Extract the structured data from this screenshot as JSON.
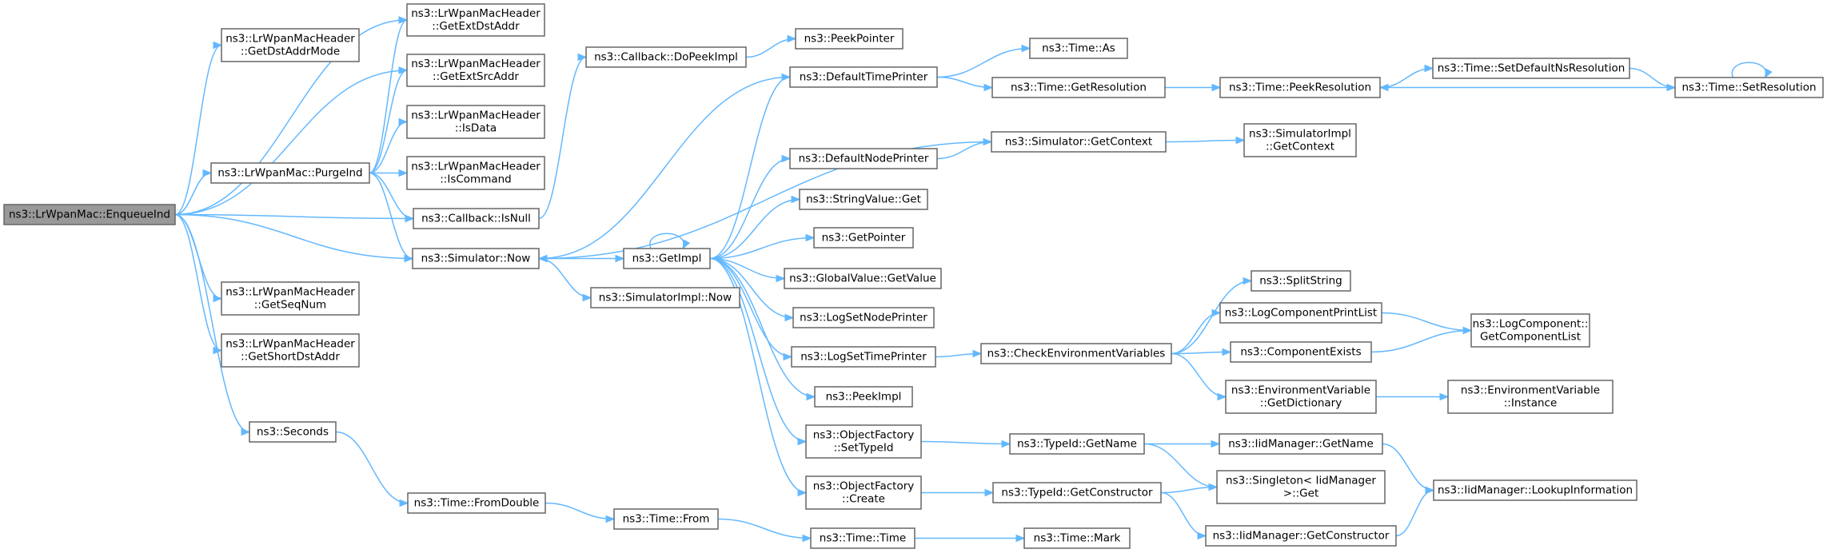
{
  "style": {
    "edge_color": "#63b8ff",
    "node_border": "#666666",
    "root_fill": "#999999",
    "node_fill": "#ffffff"
  },
  "nodes": [
    {
      "id": "enqueue",
      "lines": [
        "ns3::LrWpanMac::EnqueueInd"
      ],
      "root": true
    },
    {
      "id": "getdstaddrmode",
      "lines": [
        "ns3::LrWpanMacHeader",
        "::GetDstAddrMode"
      ]
    },
    {
      "id": "getextdstaddr",
      "lines": [
        "ns3::LrWpanMacHeader",
        "::GetExtDstAddr"
      ]
    },
    {
      "id": "getextsrcaddr",
      "lines": [
        "ns3::LrWpanMacHeader",
        "::GetExtSrcAddr"
      ]
    },
    {
      "id": "isdata",
      "lines": [
        "ns3::LrWpanMacHeader",
        "::IsData"
      ]
    },
    {
      "id": "iscommand",
      "lines": [
        "ns3::LrWpanMacHeader",
        "::IsCommand"
      ]
    },
    {
      "id": "purgeind",
      "lines": [
        "ns3::LrWpanMac::PurgeInd"
      ]
    },
    {
      "id": "isnull",
      "lines": [
        "ns3::Callback::IsNull"
      ]
    },
    {
      "id": "now",
      "lines": [
        "ns3::Simulator::Now"
      ]
    },
    {
      "id": "getseqnum",
      "lines": [
        "ns3::LrWpanMacHeader",
        "::GetSeqNum"
      ]
    },
    {
      "id": "getshortdstaddr",
      "lines": [
        "ns3::LrWpanMacHeader",
        "::GetShortDstAddr"
      ]
    },
    {
      "id": "seconds",
      "lines": [
        "ns3::Seconds"
      ]
    },
    {
      "id": "fromdouble",
      "lines": [
        "ns3::Time::FromDouble"
      ]
    },
    {
      "id": "dopeekimpl",
      "lines": [
        "ns3::Callback::DoPeekImpl"
      ]
    },
    {
      "id": "getimpl",
      "lines": [
        "ns3::GetImpl"
      ]
    },
    {
      "id": "simimplnow",
      "lines": [
        "ns3::SimulatorImpl::Now"
      ]
    },
    {
      "id": "timefrom",
      "lines": [
        "ns3::Time::From"
      ]
    },
    {
      "id": "peekpointer",
      "lines": [
        "ns3::PeekPointer"
      ]
    },
    {
      "id": "defaulttimeprinter",
      "lines": [
        "ns3::DefaultTimePrinter"
      ]
    },
    {
      "id": "defaultnodeprinter",
      "lines": [
        "ns3::DefaultNodePrinter"
      ]
    },
    {
      "id": "stringvalueget",
      "lines": [
        "ns3::StringValue::Get"
      ]
    },
    {
      "id": "getpointer",
      "lines": [
        "ns3::GetPointer"
      ]
    },
    {
      "id": "globalvaluegetvalue",
      "lines": [
        "ns3::GlobalValue::GetValue"
      ]
    },
    {
      "id": "logsetnodeprinter",
      "lines": [
        "ns3::LogSetNodePrinter"
      ]
    },
    {
      "id": "logsettimeprinter",
      "lines": [
        "ns3::LogSetTimePrinter"
      ]
    },
    {
      "id": "peekimpl",
      "lines": [
        "ns3::PeekImpl"
      ]
    },
    {
      "id": "settypeid",
      "lines": [
        "ns3::ObjectFactory",
        "::SetTypeId"
      ]
    },
    {
      "id": "create",
      "lines": [
        "ns3::ObjectFactory",
        "::Create"
      ]
    },
    {
      "id": "timetime",
      "lines": [
        "ns3::Time::Time"
      ]
    },
    {
      "id": "timeas",
      "lines": [
        "ns3::Time::As"
      ]
    },
    {
      "id": "getresolution",
      "lines": [
        "ns3::Time::GetResolution"
      ]
    },
    {
      "id": "getcontext",
      "lines": [
        "ns3::Simulator::GetContext"
      ]
    },
    {
      "id": "checkenv",
      "lines": [
        "ns3::CheckEnvironmentVariables"
      ]
    },
    {
      "id": "typeidgetname",
      "lines": [
        "ns3::TypeId::GetName"
      ]
    },
    {
      "id": "typeidgetconstructor",
      "lines": [
        "ns3::TypeId::GetConstructor"
      ]
    },
    {
      "id": "timemark",
      "lines": [
        "ns3::Time::Mark"
      ]
    },
    {
      "id": "peekresolution",
      "lines": [
        "ns3::Time::PeekResolution"
      ]
    },
    {
      "id": "simimplgetcontext",
      "lines": [
        "ns3::SimulatorImpl",
        "::GetContext"
      ]
    },
    {
      "id": "splitstring",
      "lines": [
        "ns3::SplitString"
      ]
    },
    {
      "id": "logcomponentprintlist",
      "lines": [
        "ns3::LogComponentPrintList"
      ]
    },
    {
      "id": "componentexists",
      "lines": [
        "ns3::ComponentExists"
      ]
    },
    {
      "id": "envgetdictionary",
      "lines": [
        "ns3::EnvironmentVariable",
        "::GetDictionary"
      ]
    },
    {
      "id": "iidgetname",
      "lines": [
        "ns3::IidManager::GetName"
      ]
    },
    {
      "id": "singletonget",
      "lines": [
        "ns3::Singleton< IidManager",
        ">::Get"
      ]
    },
    {
      "id": "iidgetconstructor",
      "lines": [
        "ns3::IidManager::GetConstructor"
      ]
    },
    {
      "id": "setdefaultnsres",
      "lines": [
        "ns3::Time::SetDefaultNsResolution"
      ]
    },
    {
      "id": "logcomponentgetlist",
      "lines": [
        "ns3::LogComponent::",
        "GetComponentList"
      ]
    },
    {
      "id": "envinstance",
      "lines": [
        "ns3::EnvironmentVariable",
        "::Instance"
      ]
    },
    {
      "id": "lookupinfo",
      "lines": [
        "ns3::IidManager::LookupInformation"
      ]
    },
    {
      "id": "setresolution",
      "lines": [
        "ns3::Time::SetResolution"
      ]
    }
  ],
  "edges": [
    [
      "enqueue",
      "getdstaddrmode"
    ],
    [
      "enqueue",
      "getextdstaddr"
    ],
    [
      "enqueue",
      "getextsrcaddr"
    ],
    [
      "enqueue",
      "purgeind"
    ],
    [
      "enqueue",
      "isnull"
    ],
    [
      "enqueue",
      "now"
    ],
    [
      "enqueue",
      "getseqnum"
    ],
    [
      "enqueue",
      "getshortdstaddr"
    ],
    [
      "enqueue",
      "seconds"
    ],
    [
      "purgeind",
      "getextdstaddr"
    ],
    [
      "purgeind",
      "getextsrcaddr"
    ],
    [
      "purgeind",
      "isdata"
    ],
    [
      "purgeind",
      "iscommand"
    ],
    [
      "purgeind",
      "isnull"
    ],
    [
      "purgeind",
      "now"
    ],
    [
      "isnull",
      "dopeekimpl"
    ],
    [
      "now",
      "getimpl"
    ],
    [
      "now",
      "simimplnow"
    ],
    [
      "seconds",
      "fromdouble"
    ],
    [
      "fromdouble",
      "timefrom"
    ],
    [
      "timefrom",
      "timetime"
    ],
    [
      "timetime",
      "timemark"
    ],
    [
      "dopeekimpl",
      "peekpointer"
    ],
    [
      "getimpl",
      "defaulttimeprinter"
    ],
    [
      "getimpl",
      "defaultnodeprinter"
    ],
    [
      "getimpl",
      "stringvalueget"
    ],
    [
      "getimpl",
      "getpointer"
    ],
    [
      "getimpl",
      "globalvaluegetvalue"
    ],
    [
      "getimpl",
      "logsetnodeprinter"
    ],
    [
      "getimpl",
      "logsettimeprinter"
    ],
    [
      "getimpl",
      "peekimpl"
    ],
    [
      "getimpl",
      "settypeid"
    ],
    [
      "getimpl",
      "create"
    ],
    [
      "defaulttimeprinter",
      "now"
    ],
    [
      "defaulttimeprinter",
      "timeas"
    ],
    [
      "defaulttimeprinter",
      "getresolution"
    ],
    [
      "defaultnodeprinter",
      "getcontext"
    ],
    [
      "getcontext",
      "now"
    ],
    [
      "getcontext",
      "simimplgetcontext"
    ],
    [
      "getresolution",
      "peekresolution"
    ],
    [
      "peekresolution",
      "setdefaultnsres"
    ],
    [
      "setdefaultnsres",
      "setresolution"
    ],
    [
      "setresolution",
      "peekresolution"
    ],
    [
      "setresolution",
      "setresolution"
    ],
    [
      "logsettimeprinter",
      "checkenv"
    ],
    [
      "checkenv",
      "splitstring"
    ],
    [
      "checkenv",
      "logcomponentprintlist"
    ],
    [
      "checkenv",
      "componentexists"
    ],
    [
      "checkenv",
      "envgetdictionary"
    ],
    [
      "logcomponentprintlist",
      "logcomponentgetlist"
    ],
    [
      "componentexists",
      "logcomponentgetlist"
    ],
    [
      "envgetdictionary",
      "envinstance"
    ],
    [
      "settypeid",
      "typeidgetname"
    ],
    [
      "typeidgetname",
      "iidgetname"
    ],
    [
      "typeidgetname",
      "singletonget"
    ],
    [
      "create",
      "typeidgetconstructor"
    ],
    [
      "typeidgetconstructor",
      "singletonget"
    ],
    [
      "typeidgetconstructor",
      "iidgetconstructor"
    ],
    [
      "iidgetname",
      "lookupinfo"
    ],
    [
      "iidgetconstructor",
      "lookupinfo"
    ],
    [
      "getimpl",
      "getimpl"
    ]
  ]
}
